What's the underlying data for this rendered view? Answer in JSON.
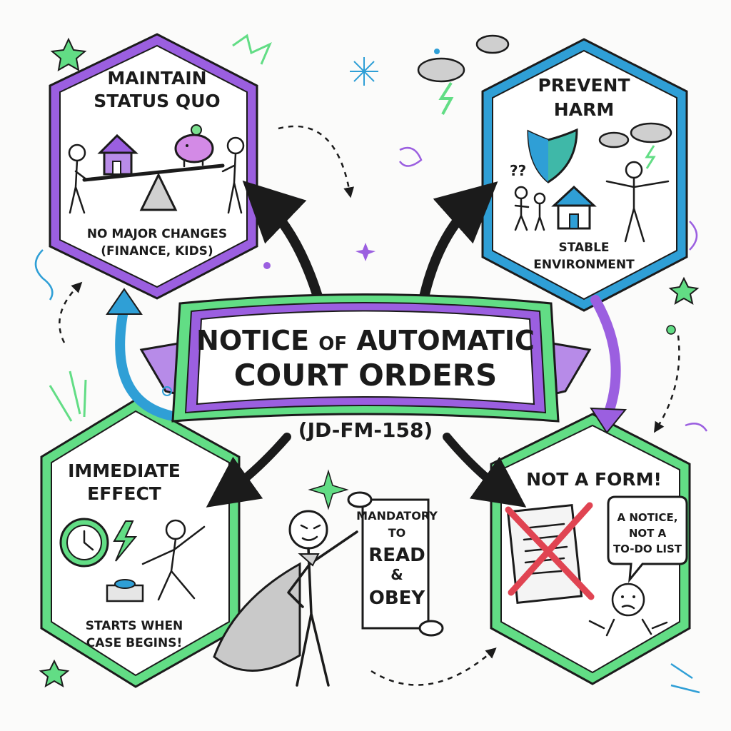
{
  "title": {
    "line1_a": "NOTICE",
    "line1_b": "OF",
    "line1_c": "AUTOMATIC",
    "line2": "COURT ORDERS",
    "form_code": "(JD-FM-158)"
  },
  "panels": {
    "status_quo": {
      "title_line1": "MAINTAIN",
      "title_line2": "STATUS QUO",
      "caption_line1": "NO MAJOR CHANGES",
      "caption_line2": "(FINANCE, KIDS)"
    },
    "prevent_harm": {
      "title_line1": "PREVENT",
      "title_line2": "HARM",
      "caption_line1": "STABLE",
      "caption_line2": "ENVIRONMENT"
    },
    "immediate_effect": {
      "title_line1": "IMMEDIATE",
      "title_line2": "EFFECT",
      "caption_line1": "STARTS WHEN",
      "caption_line2": "CASE BEGINS!"
    },
    "not_a_form": {
      "title": "NOT A FORM!",
      "bubble_line1": "A NOTICE,",
      "bubble_line2": "NOT A",
      "bubble_line3": "TO-DO LIST"
    }
  },
  "scroll": {
    "line1": "MANDATORY",
    "line2": "TO",
    "line3": "READ",
    "line4": "&",
    "line5": "OBEY"
  },
  "colors": {
    "purple": "#9b5fe0",
    "green": "#62dd85",
    "blue": "#2f9fd6",
    "ink": "#1b1b1b",
    "red": "#e04452",
    "shield_teal": "#3fb8a8"
  },
  "icons": [
    "house-icon",
    "piggy-bank-icon",
    "seesaw-icon",
    "shield-icon",
    "storm-cloud-icon",
    "clock-icon",
    "lightning-icon",
    "red-x-icon",
    "document-icon",
    "scroll-icon",
    "star-icon"
  ]
}
